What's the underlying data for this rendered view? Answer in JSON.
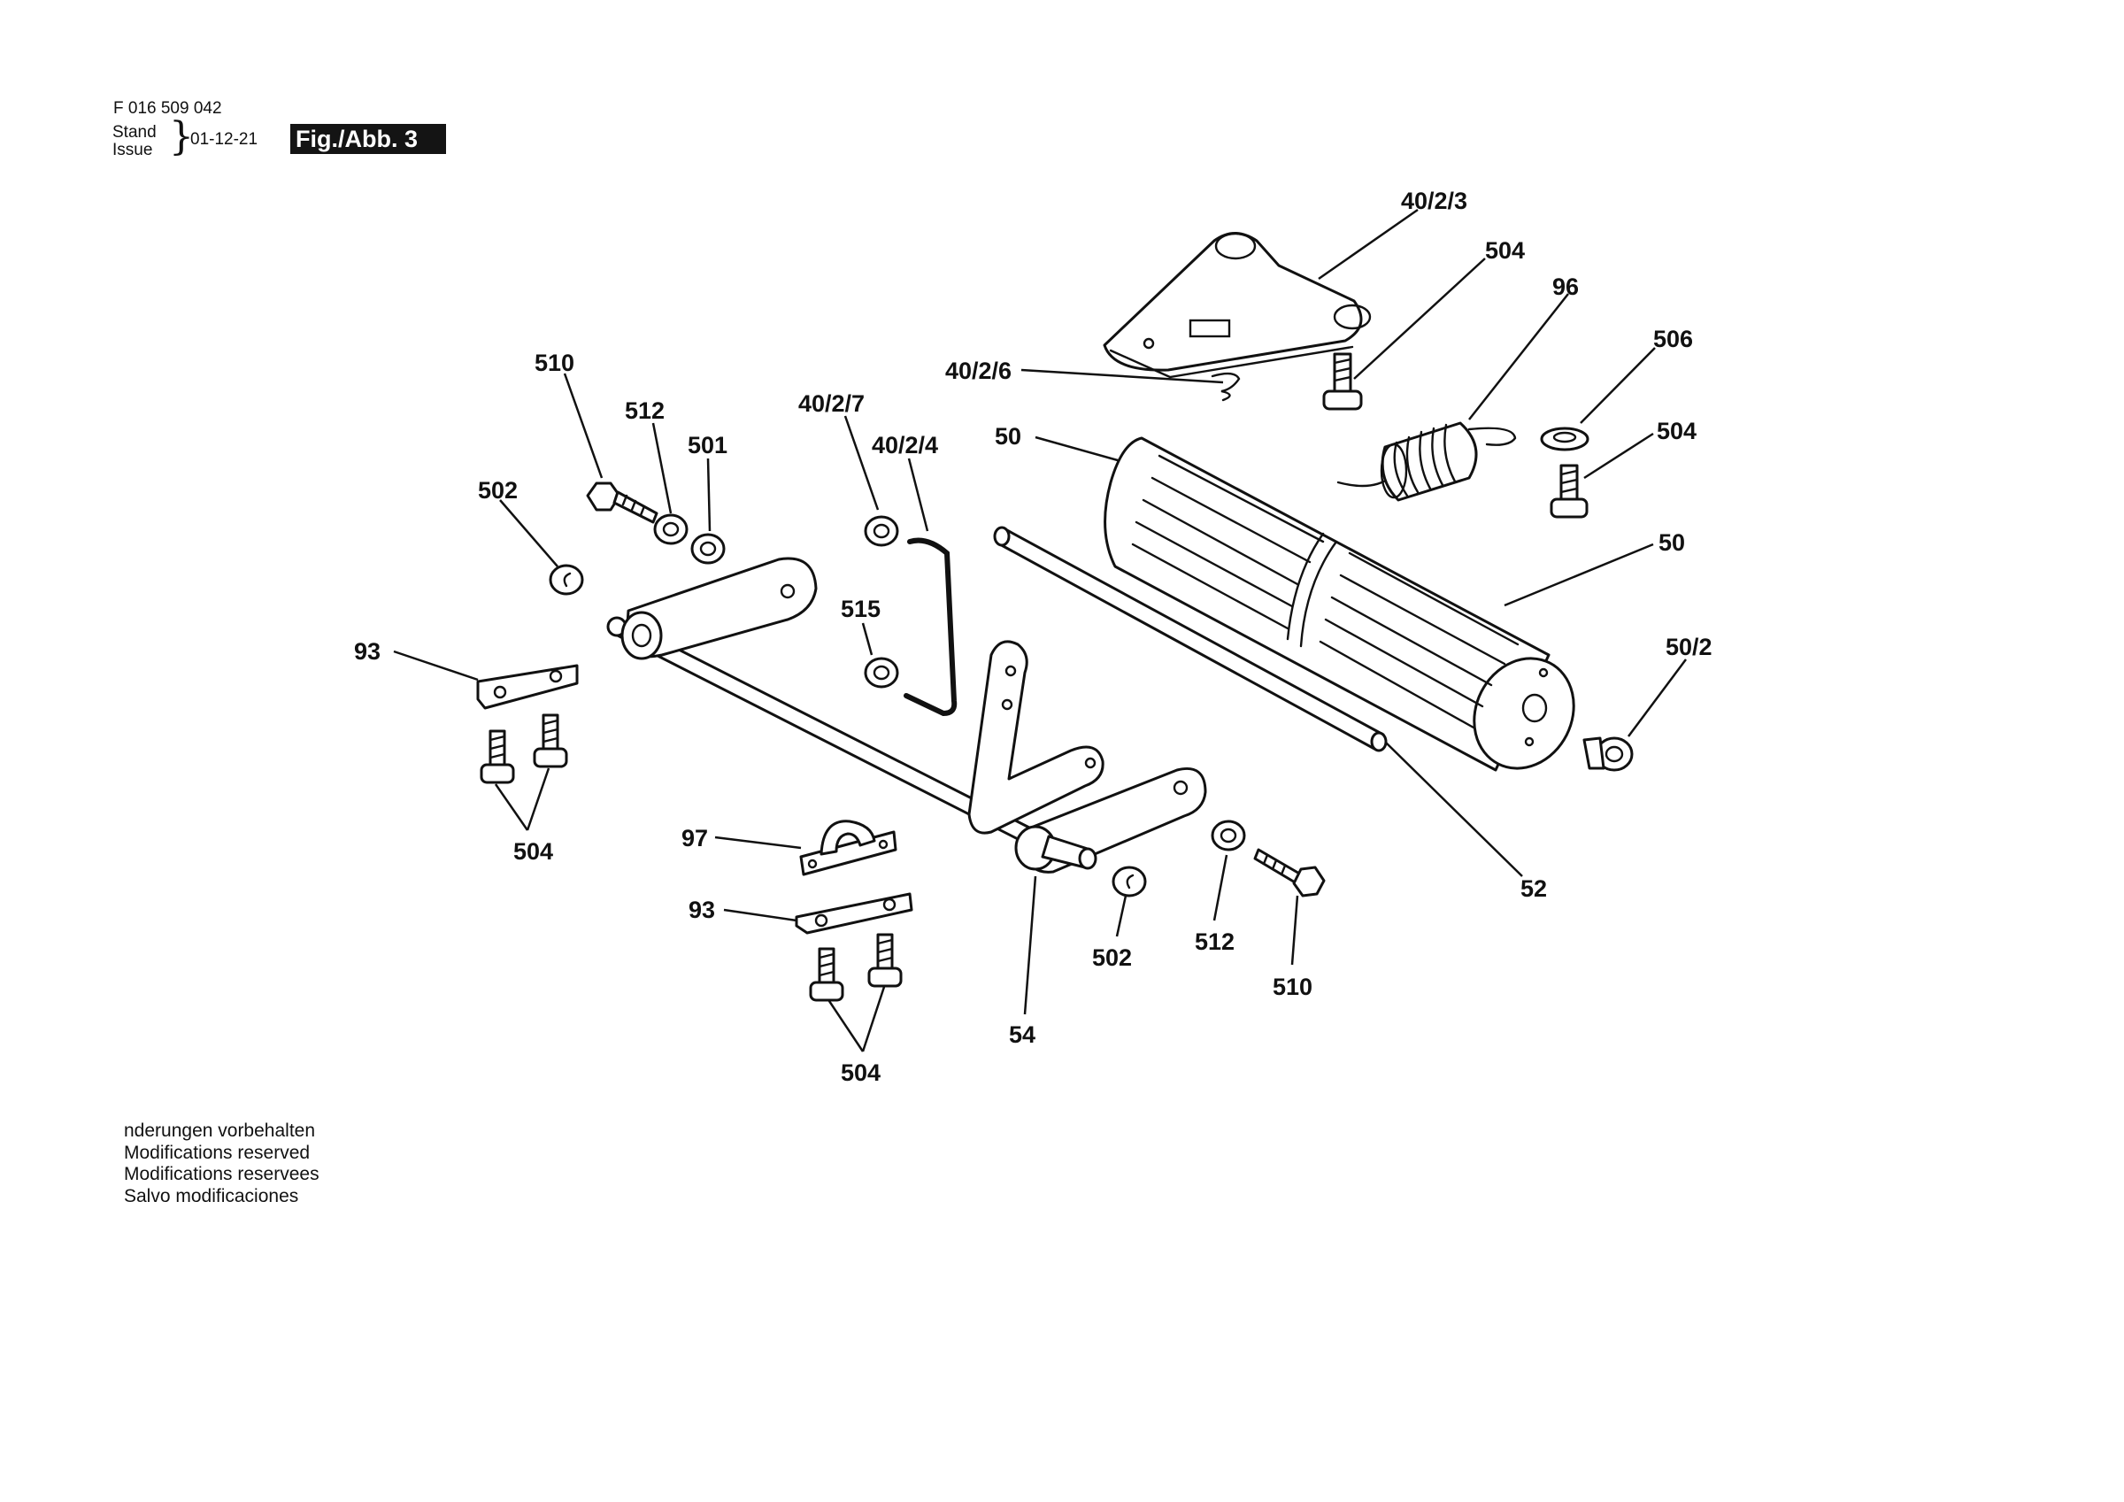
{
  "header": {
    "doc_number": "F 016 509 042",
    "stand_label": "Stand",
    "issue_label": "Issue",
    "brace": "}",
    "date": "01-12-21",
    "figure_label": "Fig./Abb. 3"
  },
  "callouts": {
    "c_40_2_3": "40/2/3",
    "c_504_top": "504",
    "c_96": "96",
    "c_506": "506",
    "c_504_right": "504",
    "c_40_2_6": "40/2/6",
    "c_510_left": "510",
    "c_512_left": "512",
    "c_501": "501",
    "c_502_left": "502",
    "c_40_2_7": "40/2/7",
    "c_40_2_4": "40/2/4",
    "c_50_upper": "50",
    "c_50_lower": "50",
    "c_515": "515",
    "c_93_left": "93",
    "c_50_2": "50/2",
    "c_504_left": "504",
    "c_97": "97",
    "c_93_mid": "93",
    "c_52": "52",
    "c_502_mid": "502",
    "c_512_right": "512",
    "c_510_right": "510",
    "c_54": "54",
    "c_504_bottom": "504"
  },
  "notes": {
    "line1": "nderungen vorbehalten",
    "line2": "Modifications reserved",
    "line3": "Modifications reservees",
    "line4": "Salvo modificaciones"
  }
}
